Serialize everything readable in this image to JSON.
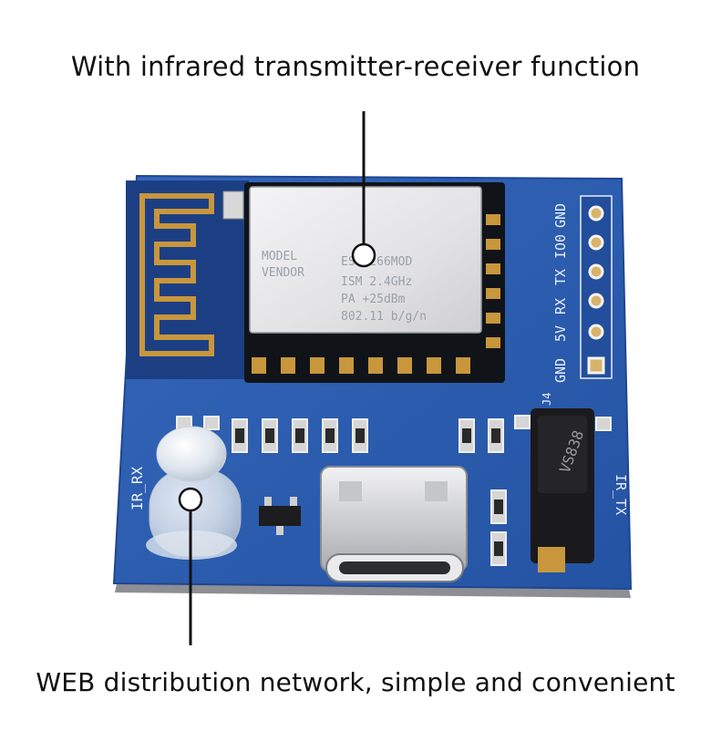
{
  "captions": {
    "top": "With infrared transmitter-receiver function",
    "bottom": "WEB distribution network, simple and convenient"
  },
  "module_shield": {
    "model_label": "MODEL",
    "vendor_label": "VENDOR",
    "model_value": "ESP8266MOD",
    "spec_ism": "ISM  2.4GHz",
    "spec_pa": "PA  +25dBm",
    "spec_std": "802.11 b/g/n"
  },
  "silkscreen": {
    "pins": [
      "GND",
      "5V",
      "RX",
      "TX",
      "IO0",
      "GND"
    ],
    "ir_rx": "IR_RX",
    "ir_tx": "IR_TX",
    "j4": "J4"
  },
  "receiver_label": "VS838",
  "colors": {
    "pcb": "#2a5db0",
    "pcb_edge": "#1f4690",
    "gold": "#c8963c",
    "shield": "#e6e6e8",
    "callout_line": "#111111"
  }
}
